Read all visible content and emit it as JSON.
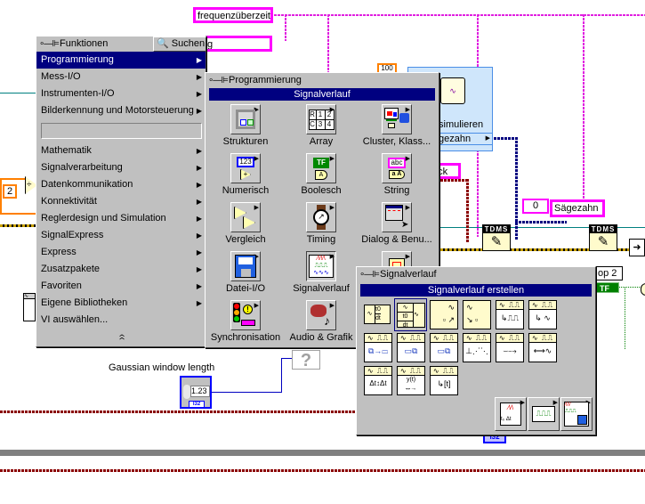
{
  "diagram": {
    "labels": {
      "freq_control": "frequenzüberzeit",
      "partial_control": "g",
      "numeric_const_2": "2",
      "divide_symbol": "÷",
      "numeric_const_100": "100",
      "simulate_title": "simulieren",
      "simulate_mode": "gezahn",
      "rechteck_partial": "teck",
      "sagezahn_label": "Sägezahn",
      "channel_index": "0",
      "loop_partial": "op 2",
      "tf_const": "TF",
      "tdms_label": "TDMS",
      "gaussian_label": "Gaussian window length",
      "numeric_control_value": "1.23",
      "numeric_type": "I32",
      "unknown_icon": "?"
    },
    "colors": {
      "string_wire": "#ff00ff",
      "numeric_wire": "#ff8000",
      "error_wire": "#8b0000",
      "int_wire": "#0000c0",
      "bool_wire": "#008000",
      "selection": "#000080",
      "palette_bg": "#c0c0c0"
    }
  },
  "functions_palette": {
    "title": "Funktionen",
    "search_label": "Suchen",
    "items": [
      {
        "label": "Programmierung",
        "submenu": true,
        "selected": true
      },
      {
        "label": "Mess-I/O",
        "submenu": true
      },
      {
        "label": "Instrumenten-I/O",
        "submenu": true
      },
      {
        "label": "Bilderkennung und Motorsteuerung",
        "submenu": true
      },
      {
        "label": "Mathematik",
        "submenu": true
      },
      {
        "label": "Signalverarbeitung",
        "submenu": true
      },
      {
        "label": "Datenkommunikation",
        "submenu": true
      },
      {
        "label": "Konnektivität",
        "submenu": true
      },
      {
        "label": "Reglerdesign und Simulation",
        "submenu": true
      },
      {
        "label": "SignalExpress",
        "submenu": true
      },
      {
        "label": "Express",
        "submenu": true
      },
      {
        "label": "Zusatzpakete",
        "submenu": true
      },
      {
        "label": "Favoriten",
        "submenu": true
      },
      {
        "label": "Eigene Bibliotheken",
        "submenu": true
      },
      {
        "label": "VI auswählen...",
        "submenu": false
      }
    ],
    "collapse_symbol": "«"
  },
  "programming_palette": {
    "title": "Programmierung",
    "category_header": "Signalverlauf",
    "items": [
      {
        "label": "Strukturen",
        "icon": "structures-icon"
      },
      {
        "label": "Array",
        "icon": "array-icon"
      },
      {
        "label": "Cluster, Klass...",
        "icon": "cluster-icon"
      },
      {
        "label": "Numerisch",
        "icon": "numeric-icon"
      },
      {
        "label": "Boolesch",
        "icon": "boolean-icon"
      },
      {
        "label": "String",
        "icon": "string-icon"
      },
      {
        "label": "Vergleich",
        "icon": "comparison-icon"
      },
      {
        "label": "Timing",
        "icon": "timing-icon"
      },
      {
        "label": "Dialog & Benu...",
        "icon": "dialog-icon"
      },
      {
        "label": "Datei-I/O",
        "icon": "file-io-icon"
      },
      {
        "label": "Signalverlauf",
        "icon": "waveform-icon"
      },
      {
        "label": "",
        "icon": "application-control-icon"
      },
      {
        "label": "Synchronisation",
        "icon": "synchronization-icon"
      },
      {
        "label": "Audio & Grafik",
        "icon": "graphics-sound-icon"
      }
    ],
    "icon_text": {
      "array_r": "R",
      "array_c": "C",
      "array_1": "1",
      "array_2": "2",
      "array_3": "3",
      "array_4": "4",
      "num": "123",
      "bool": "TF",
      "bool_a": "A",
      "str": "abc",
      "str_a": "a A"
    }
  },
  "waveform_palette": {
    "title": "Signalverlauf",
    "category_header": "Signalverlauf erstellen",
    "icons_row1": [
      "build-waveform",
      "get-waveform-components",
      "set-waveform-attribute",
      "get-waveform-attribute",
      "build-digital-waveform",
      "convert-to-analog"
    ],
    "icons_row2": [
      "waveform-to-array",
      "index-waveform-array",
      "get-final-time",
      "waveform-plot",
      "waveform-subset",
      "waveform-scale"
    ],
    "icons_row3": [
      "waveform-duration",
      "get-y-value",
      "get-xy-value"
    ],
    "subpalettes": [
      "analog-waveform",
      "digital-waveform",
      "waveform-file-io"
    ],
    "glyph_text": {
      "top": "∿ ⎍⎍",
      "dt": "Δt",
      "yt": "y(t)",
      "t": "[t]",
      "to": "t0",
      "dt2": "dt",
      "t0_label": "t₀",
      "zero": "0",
      "one": "1"
    }
  }
}
